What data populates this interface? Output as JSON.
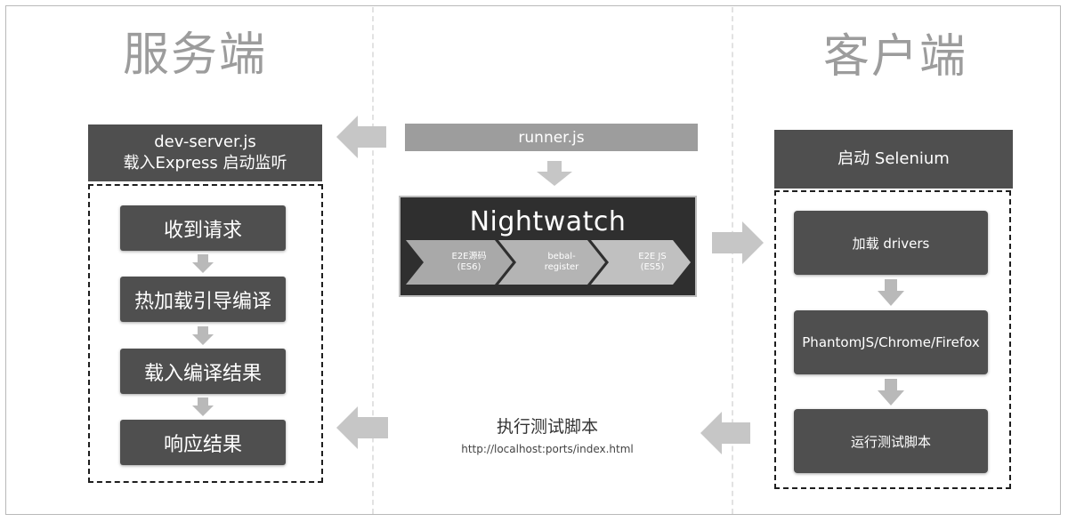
{
  "headings": {
    "server": "服务端",
    "client": "客户端"
  },
  "server": {
    "header_line1": "dev-server.js",
    "header_line2": "载入Express 启动监听",
    "steps": [
      "收到请求",
      "热加载引导编译",
      "载入编译结果",
      "响应结果"
    ]
  },
  "middle": {
    "runner": "runner.js",
    "nightwatch": {
      "title": "Nightwatch",
      "stages": [
        {
          "line1": "E2E源码",
          "line2": "(ES6)"
        },
        {
          "line1": "bebal-",
          "line2": "register"
        },
        {
          "line1": "E2E JS",
          "line2": "(ES5)"
        }
      ]
    },
    "execute": {
      "title": "执行测试脚本",
      "url": "http://localhost:ports/index.html"
    }
  },
  "client": {
    "header": "启动 Selenium",
    "steps": [
      "加载 drivers",
      "PhantomJS/Chrome/Firefox",
      "运行测试脚本"
    ]
  },
  "colors": {
    "dark_box": "#4f4f4f",
    "runner_bar": "#9d9d9d",
    "arrow": "#c6c6c6",
    "heading": "#9c9c9c",
    "chevron": "#a5a5a5"
  }
}
